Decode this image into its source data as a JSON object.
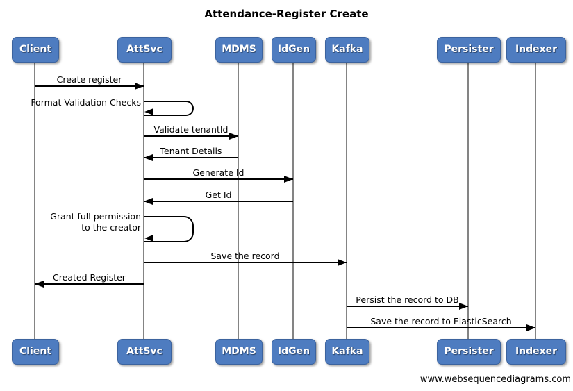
{
  "title": "Attendance-Register Create",
  "footer": "www.websequencediagrams.com",
  "colors": {
    "participant_fill": "#4e7cc0",
    "participant_border": "#3c639e",
    "participant_text": "#ffffff",
    "lifeline": "#848484",
    "arrow": "#000000",
    "background": "#ffffff"
  },
  "participants": [
    {
      "id": "client",
      "label": "Client"
    },
    {
      "id": "attsvc",
      "label": "AttSvc"
    },
    {
      "id": "mdms",
      "label": "MDMS"
    },
    {
      "id": "idgen",
      "label": "IdGen"
    },
    {
      "id": "kafka",
      "label": "Kafka"
    },
    {
      "id": "persister",
      "label": "Persister"
    },
    {
      "id": "indexer",
      "label": "Indexer"
    }
  ],
  "messages": [
    {
      "from": "Client",
      "to": "AttSvc",
      "type": "solid-arrow",
      "label": "Create register"
    },
    {
      "from": "AttSvc",
      "to": "AttSvc",
      "type": "self",
      "label": "Format Validation Checks"
    },
    {
      "from": "AttSvc",
      "to": "MDMS",
      "type": "solid-arrow",
      "label": "Validate tenantId"
    },
    {
      "from": "MDMS",
      "to": "AttSvc",
      "type": "solid-arrow",
      "label": "Tenant Details"
    },
    {
      "from": "AttSvc",
      "to": "IdGen",
      "type": "solid-arrow",
      "label": "Generate Id"
    },
    {
      "from": "IdGen",
      "to": "AttSvc",
      "type": "solid-arrow",
      "label": "Get Id"
    },
    {
      "from": "AttSvc",
      "to": "AttSvc",
      "type": "self",
      "label": "Grant full permission\nto the creator"
    },
    {
      "from": "AttSvc",
      "to": "Kafka",
      "type": "solid-arrow",
      "label": "Save the record"
    },
    {
      "from": "AttSvc",
      "to": "Client",
      "type": "solid-arrow",
      "label": "Created Register"
    },
    {
      "from": "Kafka",
      "to": "Persister",
      "type": "solid-arrow",
      "label": "Persist the record to DB"
    },
    {
      "from": "Kafka",
      "to": "Indexer",
      "type": "solid-arrow",
      "label": "Save the record to ElasticSearch"
    }
  ]
}
